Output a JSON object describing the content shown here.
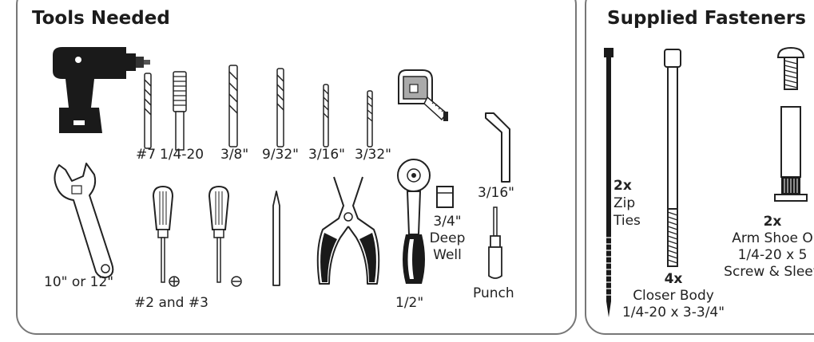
{
  "tools": {
    "title": "Tools Needed",
    "bits": [
      "#7",
      "1/4-20",
      "3/8\"",
      "9/32\"",
      "3/16\"",
      "3/32\""
    ],
    "hex_key": "3/16\"",
    "wrench": "10\" or 12\"",
    "screwdrivers": "#2 and #3",
    "ratchet": "1/2\"",
    "socket": [
      "3/4\"",
      "Deep",
      "Well"
    ],
    "punch": "Punch"
  },
  "fasteners": {
    "title": "Supplied Fasteners",
    "zip": {
      "qty": "2x",
      "lines": [
        "Zip",
        "Ties"
      ]
    },
    "closer": {
      "qty": "4x",
      "lines": [
        "Closer Body",
        "1/4-20 x 3-3/4\""
      ]
    },
    "arm": {
      "qty": "2x",
      "lines": [
        "Arm Shoe O",
        "1/4-20 x 5",
        "Screw & Sleev"
      ]
    }
  }
}
